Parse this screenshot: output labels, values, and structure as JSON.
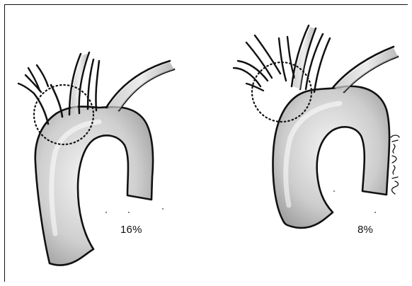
{
  "panels": [
    {
      "percentage_label": "16%"
    },
    {
      "percentage_label": "8%"
    }
  ],
  "signature": "D. Wengier",
  "colors": {
    "outline": "#111111",
    "shade_dark": "#9a9a9a",
    "shade_light": "#f2f2f2"
  }
}
